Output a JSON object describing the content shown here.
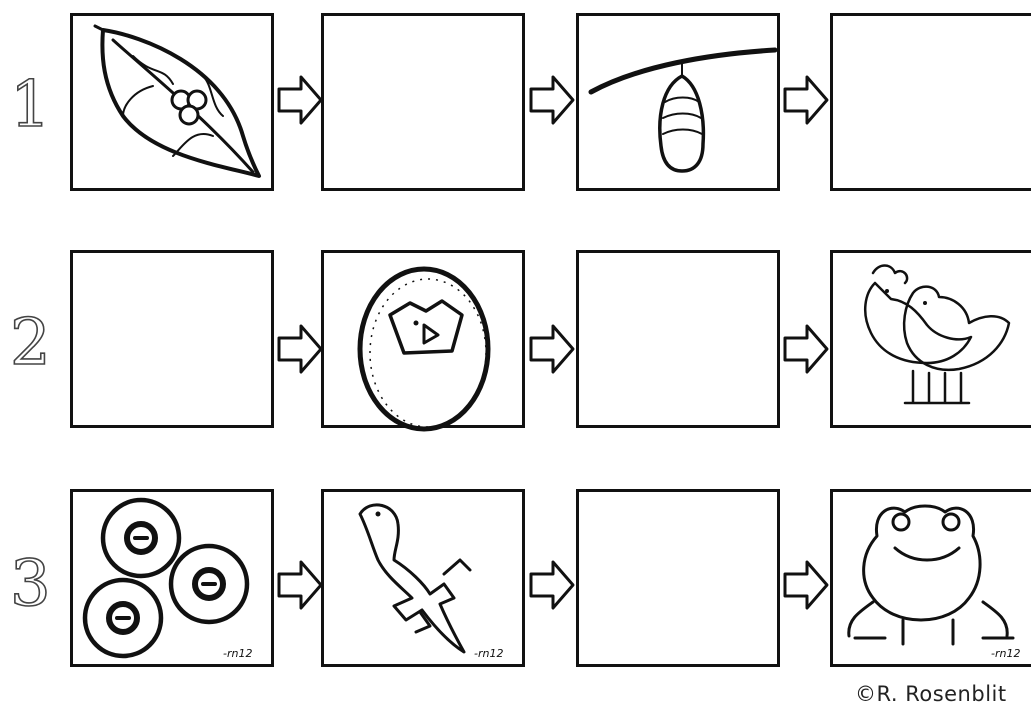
{
  "rows": [
    {
      "number": "1",
      "boxes": [
        "leaf-with-eggs",
        "",
        "chrysalis",
        ""
      ]
    },
    {
      "number": "2",
      "boxes": [
        "",
        "hatching-egg",
        "",
        "chickens"
      ]
    },
    {
      "number": "3",
      "boxes": [
        "frog-eggs",
        "tadpole-froglet",
        "",
        "frog"
      ]
    }
  ],
  "signatures": [
    "-rn12",
    "-rn12",
    "-rn12"
  ],
  "copyright": "©R. Rosenblit"
}
